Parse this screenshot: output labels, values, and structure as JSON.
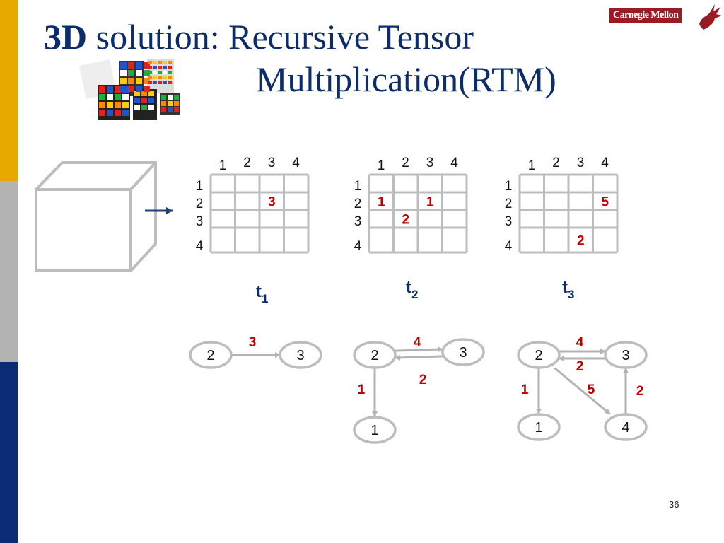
{
  "slide": {
    "title_bold": "3D",
    "title_rest": " solution: Recursive Tensor",
    "title_line2": "Multiplication(RTM)",
    "logo_text": "Carnegie Mellon",
    "page_number": "36",
    "sidebar_colors": [
      "#e9a800",
      "#b3b3b3",
      "#0b2b74"
    ]
  },
  "colors": {
    "grid": "#bdbdbd",
    "value": "#c00000",
    "label": "#0d2c6c",
    "arrow": "#1f3f7a"
  },
  "matrices": [
    {
      "name": "t",
      "sub": "1",
      "col_headers": [
        "1",
        "2",
        "3",
        "4"
      ],
      "row_headers": [
        "1",
        "2",
        "3",
        "4"
      ],
      "cells": [
        {
          "row": 2,
          "col": 3,
          "value": "3"
        }
      ]
    },
    {
      "name": "t",
      "sub": "2",
      "col_headers": [
        "1",
        "2",
        "3",
        "4"
      ],
      "row_headers": [
        "1",
        "2",
        "3",
        "4"
      ],
      "cells": [
        {
          "row": 2,
          "col": 1,
          "value": "1"
        },
        {
          "row": 2,
          "col": 3,
          "value": "1"
        },
        {
          "row": 3,
          "col": 2,
          "value": "2"
        }
      ]
    },
    {
      "name": "t",
      "sub": "3",
      "col_headers": [
        "1",
        "2",
        "3",
        "4"
      ],
      "row_headers": [
        "1",
        "2",
        "3",
        "4"
      ],
      "cells": [
        {
          "row": 2,
          "col": 4,
          "value": "5"
        },
        {
          "row": 4,
          "col": 3,
          "value": "2"
        }
      ]
    }
  ],
  "graphs": [
    {
      "nodes": [
        "2",
        "3"
      ],
      "edges": [
        {
          "from": "2",
          "to": "3",
          "weight": "3"
        }
      ]
    },
    {
      "nodes": [
        "2",
        "3",
        "1"
      ],
      "edges": [
        {
          "from": "2",
          "to": "3",
          "weight": "4"
        },
        {
          "from": "3",
          "to": "2",
          "weight": "2"
        },
        {
          "from": "2",
          "to": "1",
          "weight": "1"
        }
      ]
    },
    {
      "nodes": [
        "2",
        "3",
        "1",
        "4"
      ],
      "edges": [
        {
          "from": "2",
          "to": "3",
          "weight": "4"
        },
        {
          "from": "3",
          "to": "2",
          "weight": "2"
        },
        {
          "from": "2",
          "to": "1",
          "weight": "1"
        },
        {
          "from": "2",
          "to": "4",
          "weight": "5"
        },
        {
          "from": "4",
          "to": "3",
          "weight": "2"
        }
      ]
    }
  ]
}
